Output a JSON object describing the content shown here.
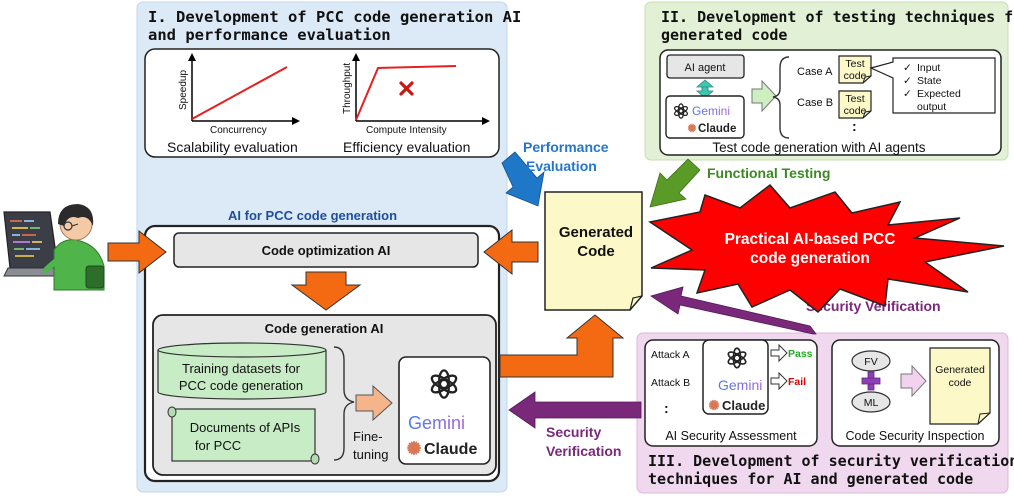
{
  "section1": {
    "title_line1": "I. Development of PCC code generation AI",
    "title_line2": "and performance evaluation",
    "chart_left": {
      "ylabel": "Speedup",
      "xlabel": "Concurrency",
      "caption": "Scalability evaluation"
    },
    "chart_right": {
      "ylabel": "Throughput",
      "xlabel": "Compute Intensity",
      "caption": "Efficiency evaluation"
    }
  },
  "section2": {
    "title_line1": "II. Development of testing techniques for",
    "title_line2": "generated code",
    "ai_agent": "AI agent",
    "case_a": "Case A",
    "case_b": "Case B",
    "test_code_a": [
      "Test",
      "code"
    ],
    "test_code_b": [
      "Test",
      "code"
    ],
    "ellipsis": ":",
    "checklist": [
      "Input",
      "State",
      "Expected",
      "output"
    ],
    "caption": "Test code generation with AI agents"
  },
  "section3": {
    "title_line1": "III. Development of security verification",
    "title_line2": "techniques for AI and generated code",
    "attack_a": "Attack A",
    "attack_b": "Attack B",
    "ellipsis": ":",
    "pass": "Pass",
    "fail": "Fail",
    "assess_caption": "AI Security Assessment",
    "fv": "FV",
    "ml": "ML",
    "generated_code": [
      "Generated",
      "code"
    ],
    "inspect_caption": "Code Security Inspection"
  },
  "ai_box": {
    "title": "AI for PCC code generation",
    "optimization": "Code optimization AI",
    "codegen_title": "Code generation AI",
    "datasets": [
      "Training datasets for",
      "PCC code generation"
    ],
    "documents": [
      "Documents of APIs",
      "for PCC"
    ],
    "finetuning": [
      "Fine-",
      "tuning"
    ]
  },
  "center": {
    "generated_code": [
      "Generated",
      "Code"
    ]
  },
  "labels": {
    "performance_evaluation": [
      "Performance",
      "Evaluation"
    ],
    "functional_testing": "Functional Testing",
    "security_verification_right": "Security Verification",
    "security_verification_left": [
      "Security",
      "Verification"
    ]
  },
  "burst": [
    "Practical AI-based PCC",
    "code generation"
  ],
  "models": {
    "gemini": "Gemini",
    "claude": "Claude"
  },
  "colors": {
    "blue_panel": "#dce9f7",
    "green_panel": "#e2f1d6",
    "pink_panel": "#f0d9ef",
    "orange_arrow": "#f36a12",
    "blue_arrow": "#1f77c8",
    "green_arrow": "#5a9a26",
    "purple_arrow": "#7a2879",
    "burst_red": "#ff0000",
    "note_yellow": "#fdf8c8",
    "green_fill": "#c8ecc6",
    "label_blue": "#2277cc",
    "label_green": "#3c8a24",
    "label_purple": "#7a2879",
    "pass_green": "#22aa22",
    "fail_red": "#e00000"
  },
  "icons": [
    "laptop-user-illustration",
    "openai-logo-icon",
    "gemini-logo-icon",
    "claude-logo-icon",
    "cross-mark-icon",
    "checkmark-icon",
    "plus-icon"
  ]
}
